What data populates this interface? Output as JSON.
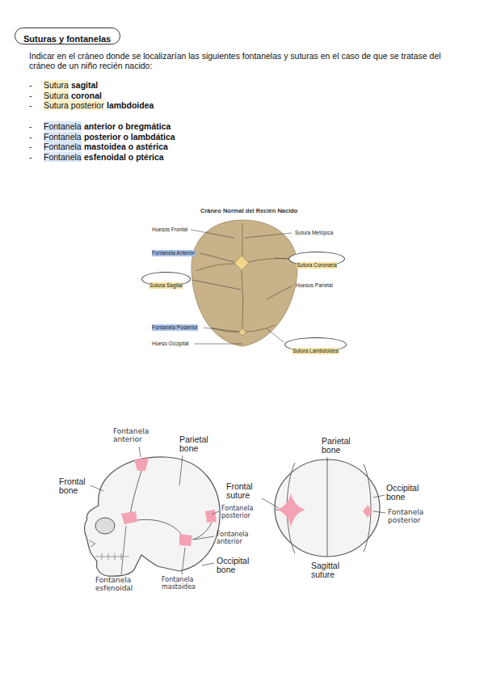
{
  "diagram": {
    "nodes": [
      {
        "text": [
          "Suturas y fontanelas"
        ]
      },
      {
        "text": [
          "Sutura Coronaria"
        ]
      },
      {
        "text": [
          "Sutura Sagital"
        ]
      },
      {
        "text": [
          "Sutura Lambdoidea"
        ]
      }
    ],
    "labels": [
      "Indicar en el cráneo donde se localizarían las siguientes fontanelas y suturas en el caso de que se tratase del cráneo de un niño recién nacido:",
      "-",
      "Sutura",
      "sagital",
      "-",
      "Sutura",
      "coronal",
      "-",
      "Sutura posterior",
      "lambdoidea",
      "-",
      "Fontanela",
      "anterior o bregmática",
      "-",
      "Fontanela",
      "posterior o lambdática",
      "-",
      "Fontanela",
      "mastoidea o astérica",
      "-",
      "Fontanela",
      "esfenoidal o ptérica",
      "Cráneo Normal del Recién Nacido",
      "Huesos Frontal",
      "Fontanela Anterior",
      "Fontanela Posterior",
      "Hueso Occipital",
      "Sutura Metópica",
      "Huesos Parietal",
      "Fontanela anterior",
      "Parietal bone",
      "Frontal bone",
      "Fontanela posterior",
      "Fontanela anterior",
      "Fontanela esfenoidal",
      "Fontanela mastoidea",
      "Occipital bone",
      "Parietal bone",
      "Frontal suture",
      "Occipital bone",
      "Fontanela posterior",
      "Sagittal suture"
    ]
  }
}
